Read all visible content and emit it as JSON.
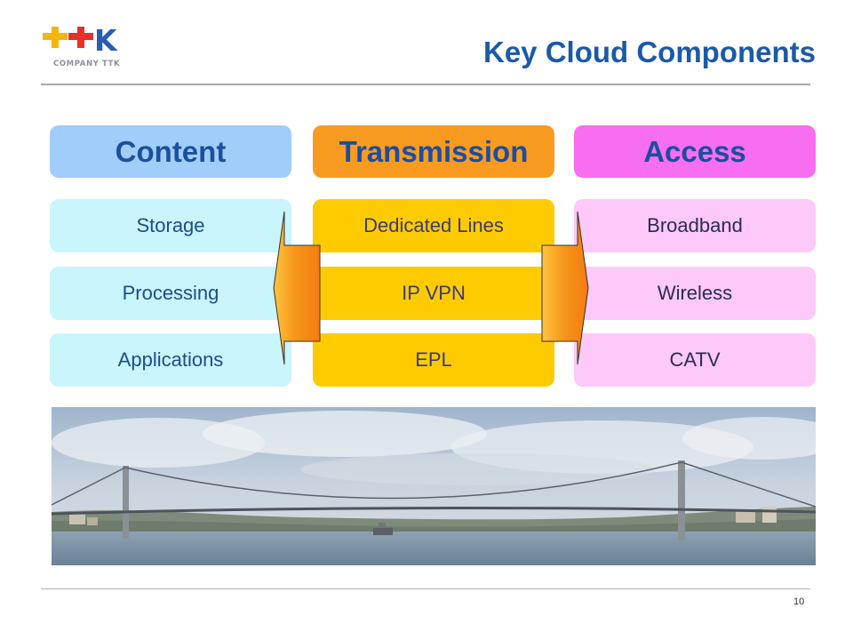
{
  "logo": {
    "brand": "++K",
    "subtitle": "COMPANY TTK"
  },
  "title": "Key Cloud Components",
  "columns": [
    {
      "header": "Content",
      "items": [
        "Storage",
        "Processing",
        "Applications"
      ]
    },
    {
      "header": "Transmission",
      "items": [
        "Dedicated Lines",
        "IP VPN",
        "EPL"
      ]
    },
    {
      "header": "Access",
      "items": [
        "Broadband",
        "Wireless",
        "CATV"
      ]
    }
  ],
  "page_number": "10",
  "colors": {
    "title": "#1a5aa8",
    "content_header": "#a0cdfa",
    "transmission_header": "#f99a21",
    "access_header": "#f76ef0",
    "content_cell": "#c9f5fd",
    "transmission_cell": "#fdcb00",
    "access_cell": "#fcc9f8",
    "arrow": "#f5961e"
  },
  "icons": {
    "arrows": "double-headed-arrow-icon",
    "photo": "bosphorus-bridge-photo"
  }
}
